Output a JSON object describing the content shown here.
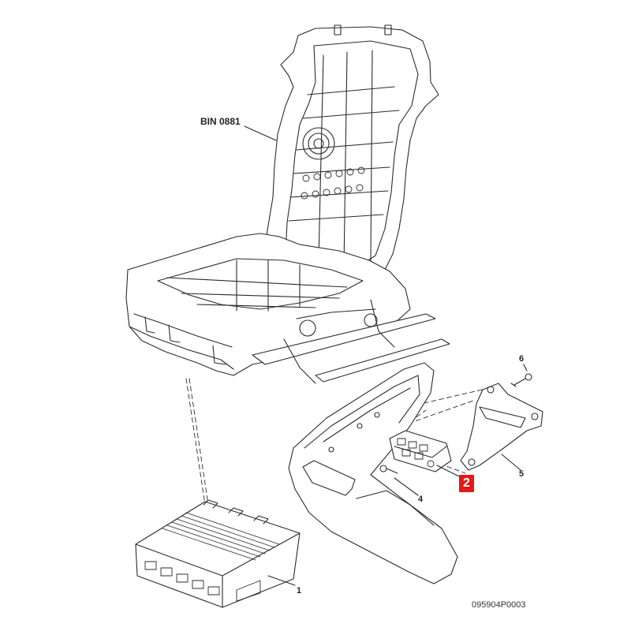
{
  "diagram": {
    "callouts": {
      "bin": "BIN 0881",
      "part_1": "1",
      "part_2": "2",
      "part_4": "4",
      "part_5": "5",
      "part_6": "6"
    },
    "reference_code": "095904P0003",
    "colors": {
      "line": "#2b2b2b",
      "fill": "#ffffff",
      "highlight": "#e21a1a"
    },
    "parts": [
      "seat-frame",
      "control-module",
      "seat-switch",
      "trim-cover",
      "mounting-bracket",
      "screw"
    ]
  }
}
